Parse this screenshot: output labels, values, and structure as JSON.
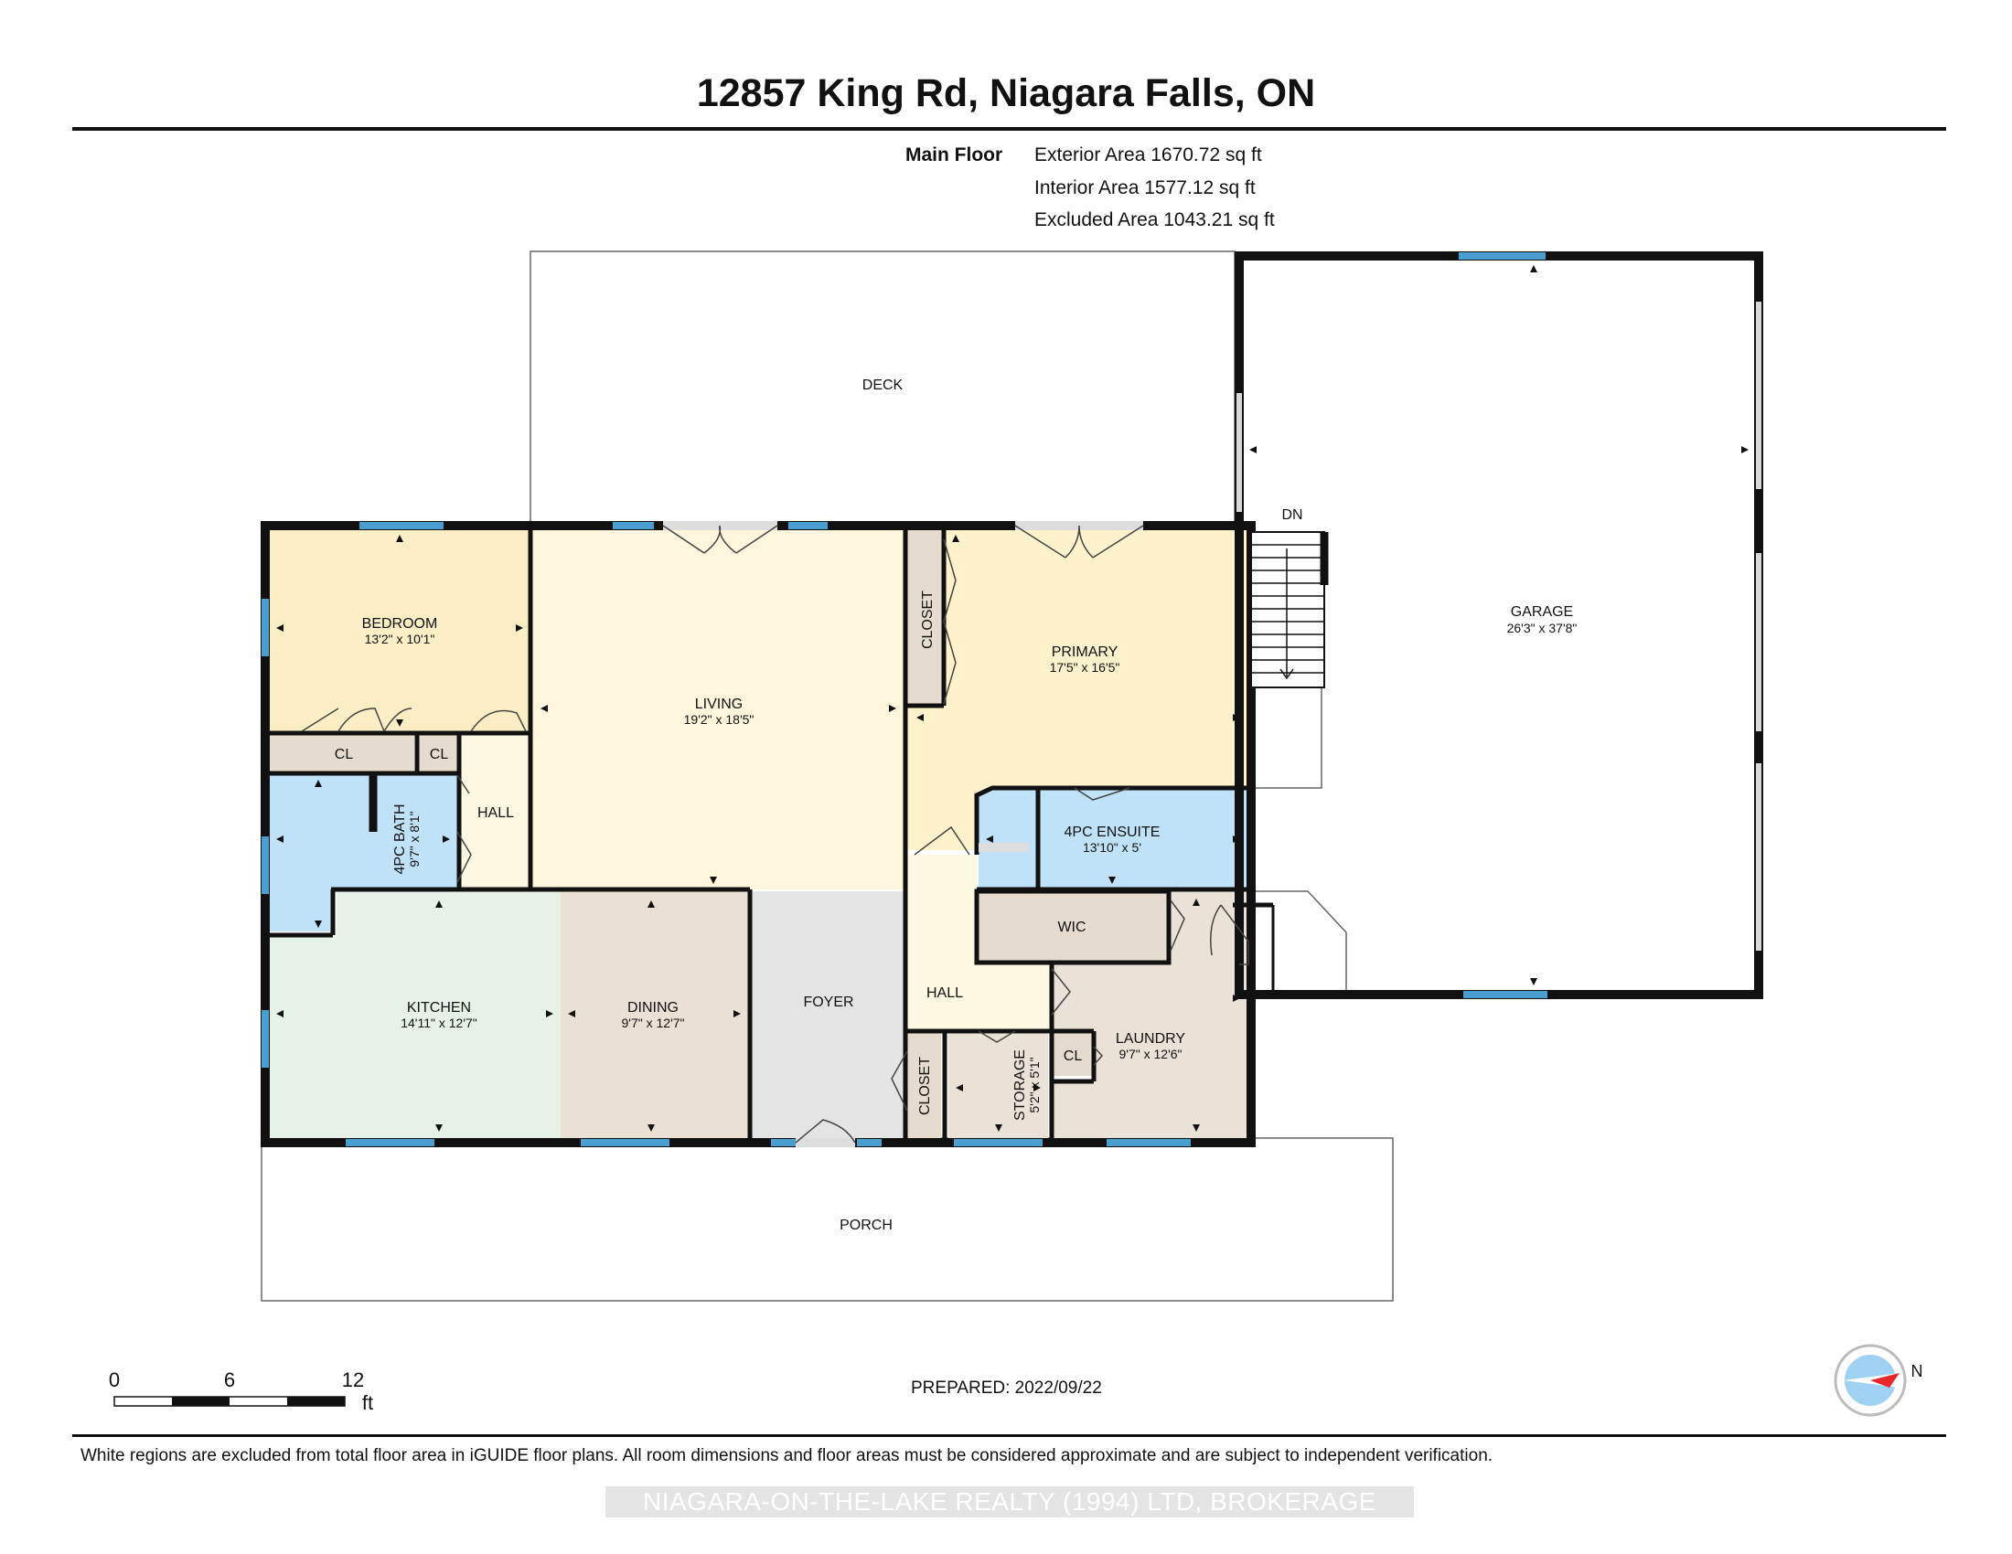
{
  "title": "12857 King Rd, Niagara Falls, ON",
  "floor": {
    "name": "Main Floor",
    "exterior_area": "Exterior Area 1670.72 sq ft",
    "interior_area": "Interior Area 1577.12 sq ft",
    "excluded_area": "Excluded Area 1043.21 sq ft"
  },
  "rooms": {
    "deck": {
      "name": "DECK"
    },
    "garage": {
      "name": "GARAGE",
      "dims": "26'3\" x 37'8\""
    },
    "stairs": {
      "name": "DN"
    },
    "bedroom": {
      "name": "BEDROOM",
      "dims": "13'2\" x 10'1\""
    },
    "living": {
      "name": "LIVING",
      "dims": "19'2\" x 18'5\""
    },
    "closet_primary": {
      "name": "CLOSET"
    },
    "primary": {
      "name": "PRIMARY",
      "dims": "17'5\" x 16'5\""
    },
    "cl_bedroom": {
      "name": "CL"
    },
    "cl_hall": {
      "name": "CL"
    },
    "hall_left": {
      "name": "HALL"
    },
    "bath": {
      "name": "4PC BATH",
      "dims": "9'7\" x 8'1\""
    },
    "ensuite": {
      "name": "4PC ENSUITE",
      "dims": "13'10\" x 5'"
    },
    "wic": {
      "name": "WIC"
    },
    "kitchen": {
      "name": "KITCHEN",
      "dims": "14'11\" x 12'7\""
    },
    "dining": {
      "name": "DINING",
      "dims": "9'7\" x 12'7\""
    },
    "foyer": {
      "name": "FOYER"
    },
    "hall_right": {
      "name": "HALL"
    },
    "closet_foyer": {
      "name": "CLOSET"
    },
    "storage": {
      "name": "STORAGE",
      "dims": "5'2\" x 5'1\""
    },
    "cl_laundry": {
      "name": "CL"
    },
    "laundry": {
      "name": "LAUNDRY",
      "dims": "9'7\" x 12'6\""
    },
    "porch": {
      "name": "PORCH"
    }
  },
  "scale_bar": {
    "ticks": [
      "0",
      "6",
      "12"
    ],
    "unit": "ft"
  },
  "compass": {
    "label": "N"
  },
  "prepared": "PREPARED: 2022/09/22",
  "footnote": "White regions are excluded from total floor area in iGUIDE floor plans. All room dimensions and floor areas must be considered approximate and are subject to independent verification.",
  "watermark": "NIAGARA-ON-THE-LAKE REALTY (1994) LTD, BROKERAGE",
  "colors": {
    "wall": "#111111",
    "window": "#4a9fd0",
    "bedroom": "#fbedc4",
    "living": "#fdf6dc",
    "primary": "#fdf2cc",
    "closet": "#e5dccf",
    "bath": "#bfe2f8",
    "kitchen": "#e6f2e8",
    "dining": "#eae0d3",
    "foyer": "#e4e4e4",
    "hall": "#fdf8e2",
    "laundry": "#eae2d6"
  }
}
